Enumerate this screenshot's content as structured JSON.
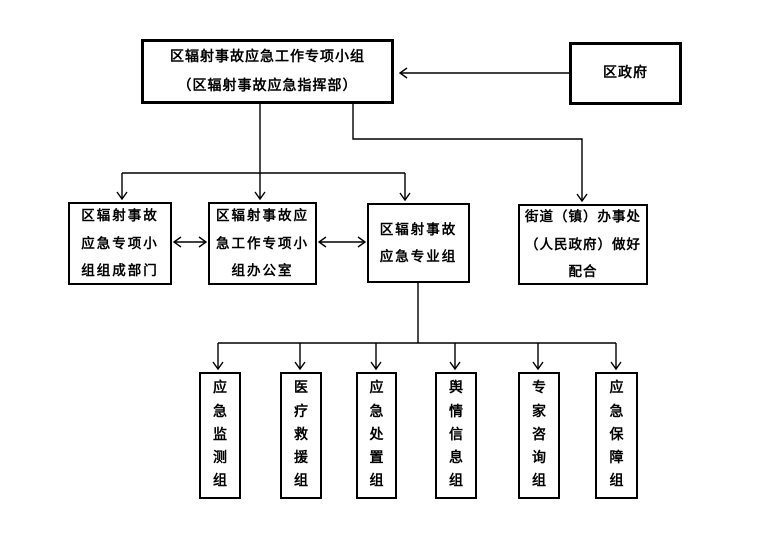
{
  "colors": {
    "background": "#ffffff",
    "line": "#000000",
    "text": "#000000"
  },
  "nodes": {
    "top": {
      "name": "区辐射事故应急工作专项小组（区辐射事故应急指挥部）",
      "lines": [
        "区辐射事故应急工作专项小组",
        "（区辐射事故应急指挥部）"
      ]
    },
    "gov": {
      "label": "区政府"
    },
    "dept": {
      "name": "区辐射事故应急专项小组组成部门",
      "lines": [
        "区辐射事故",
        "应急专项小",
        "组组成部门"
      ]
    },
    "office": {
      "name": "区辐射事故应急工作专项小组办公室",
      "lines": [
        "区辐射事故应",
        "急工作专项小",
        "组办公室"
      ]
    },
    "prof": {
      "name": "区辐射事故应急专业组",
      "lines": [
        "区辐射事故",
        "应急专业组"
      ]
    },
    "street": {
      "name": "街道（镇）办事处（人民政府）做好配合",
      "lines": [
        "街道（镇）办事处",
        "（人民政府）做好",
        "配合"
      ]
    },
    "teams": [
      {
        "label": "应急监测组"
      },
      {
        "label": "医疗救援组"
      },
      {
        "label": "应急处置组"
      },
      {
        "label": "舆情信息组"
      },
      {
        "label": "专家咨询组"
      },
      {
        "label": "应急保障组"
      }
    ]
  }
}
